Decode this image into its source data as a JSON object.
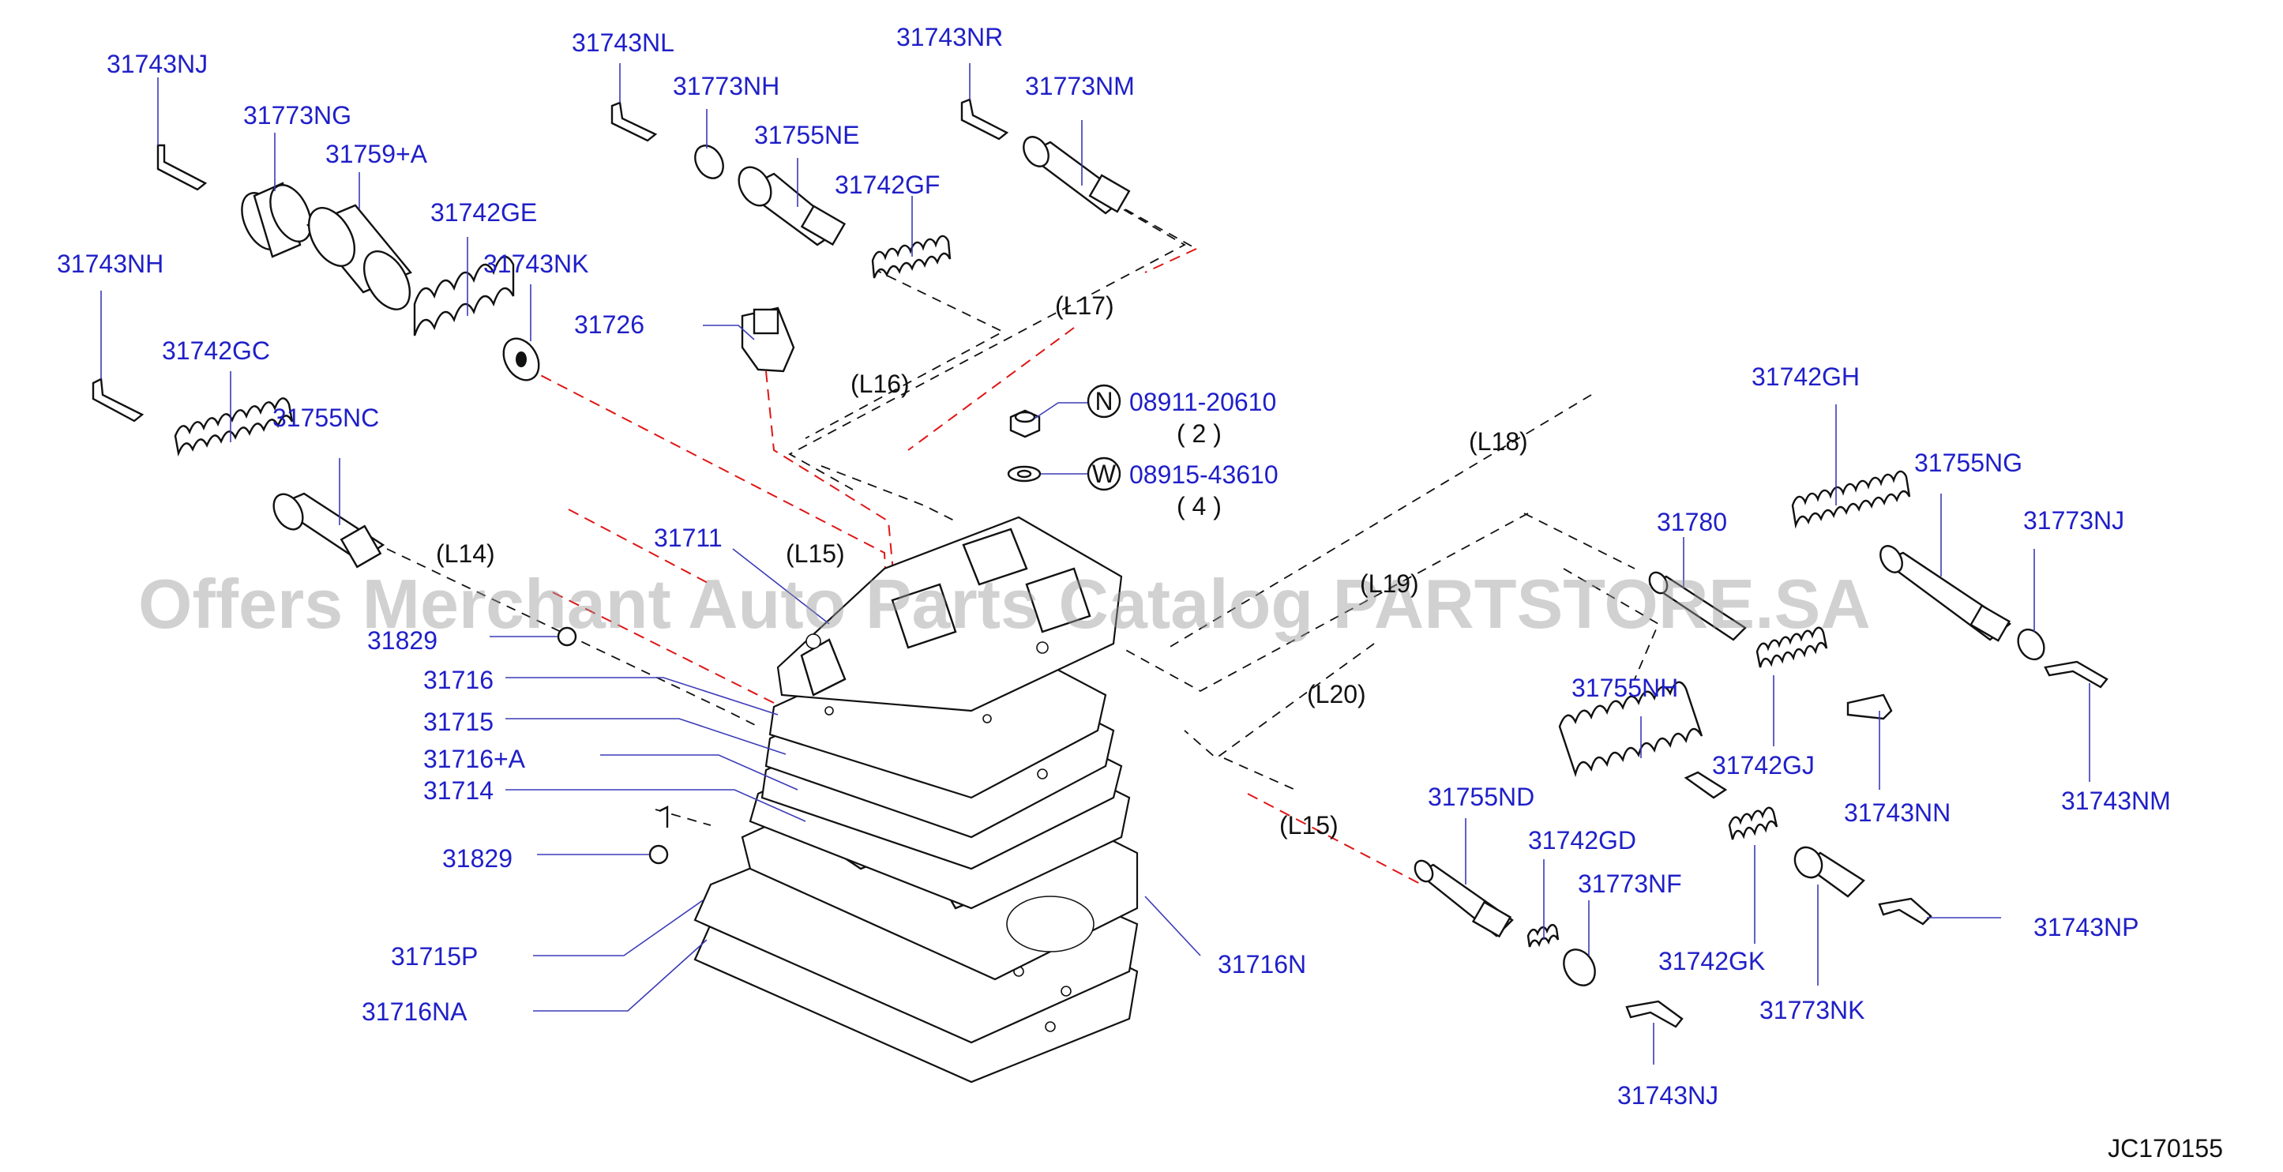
{
  "diagram_code": "JC170155",
  "watermark": "Offers Merchant Auto Parts Catalog PARTSTORE.SA",
  "callouts": {
    "n": {
      "symbol": "N",
      "part": "08911-20610",
      "qty": "( 2 )"
    },
    "w": {
      "symbol": "W",
      "part": "08915-43610",
      "qty": "( 4 )"
    }
  },
  "labels": {
    "p31743NJ_a": "31743NJ",
    "p31773NG": "31773NG",
    "p31759A": "31759+A",
    "p31742GE": "31742GE",
    "p31743NK": "31743NK",
    "p31743NH": "31743NH",
    "p31742GC": "31742GC",
    "p31755NC": "31755NC",
    "p31743NL": "31743NL",
    "p31773NH": "31773NH",
    "p31755NE": "31755NE",
    "p31742GF": "31742GF",
    "p31743NR": "31743NR",
    "p31773NM": "31773NM",
    "p31726": "31726",
    "p31711": "31711",
    "p31829_a": "31829",
    "p31716": "31716",
    "p31715": "31715",
    "p31716A": "31716+A",
    "p31714": "31714",
    "p31829_b": "31829",
    "p31715P": "31715P",
    "p31716NA": "31716NA",
    "p31716N": "31716N",
    "p31742GH": "31742GH",
    "p31755NG": "31755NG",
    "p31773NJ": "31773NJ",
    "p31780": "31780",
    "p31755NH": "31755NH",
    "p31742GJ": "31742GJ",
    "p31743NN": "31743NN",
    "p31743NM": "31743NM",
    "p31755ND": "31755ND",
    "p31742GD": "31742GD",
    "p31773NF": "31773NF",
    "p31742GK": "31742GK",
    "p31773NK": "31773NK",
    "p31743NP": "31743NP",
    "p31743NJ_b": "31743NJ"
  },
  "refs": {
    "L14": "(L14)",
    "L15_a": "(L15)",
    "L15_b": "(L15)",
    "L16": "(L16)",
    "L17": "(L17)",
    "L18": "(L18)",
    "L19": "(L19)",
    "L20": "(L20)"
  }
}
